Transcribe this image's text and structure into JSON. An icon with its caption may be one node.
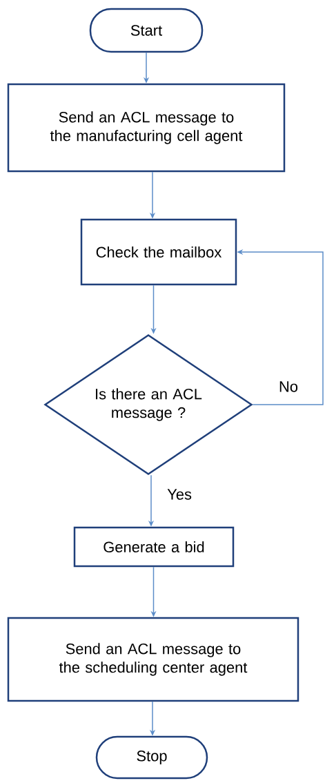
{
  "diagram": {
    "nodes": [
      {
        "text": [
          "Start"
        ]
      },
      {
        "text": [
          "Send an ACL message to the manufacturing cell agent"
        ]
      },
      {
        "text": [
          "Check the mailbox"
        ]
      },
      {
        "text": [
          "Is there an ACL message ?"
        ]
      },
      {
        "text": [
          "Generate a bid"
        ]
      },
      {
        "text": [
          "Send an ACL message to the scheduling center agent"
        ]
      },
      {
        "text": [
          "Stop"
        ]
      }
    ],
    "edges": [
      {
        "from": 0,
        "to": 1,
        "arrow": "to"
      },
      {
        "from": 1,
        "to": 2,
        "arrow": "to"
      },
      {
        "from": 2,
        "to": 3,
        "arrow": "to"
      },
      {
        "from": 3,
        "to": 4,
        "arrow": "to",
        "label": "Yes"
      },
      {
        "from": 3,
        "to": 2,
        "arrow": "to",
        "label": "No"
      },
      {
        "from": 4,
        "to": 5,
        "arrow": "to"
      },
      {
        "from": 5,
        "to": 6,
        "arrow": "to"
      }
    ]
  }
}
